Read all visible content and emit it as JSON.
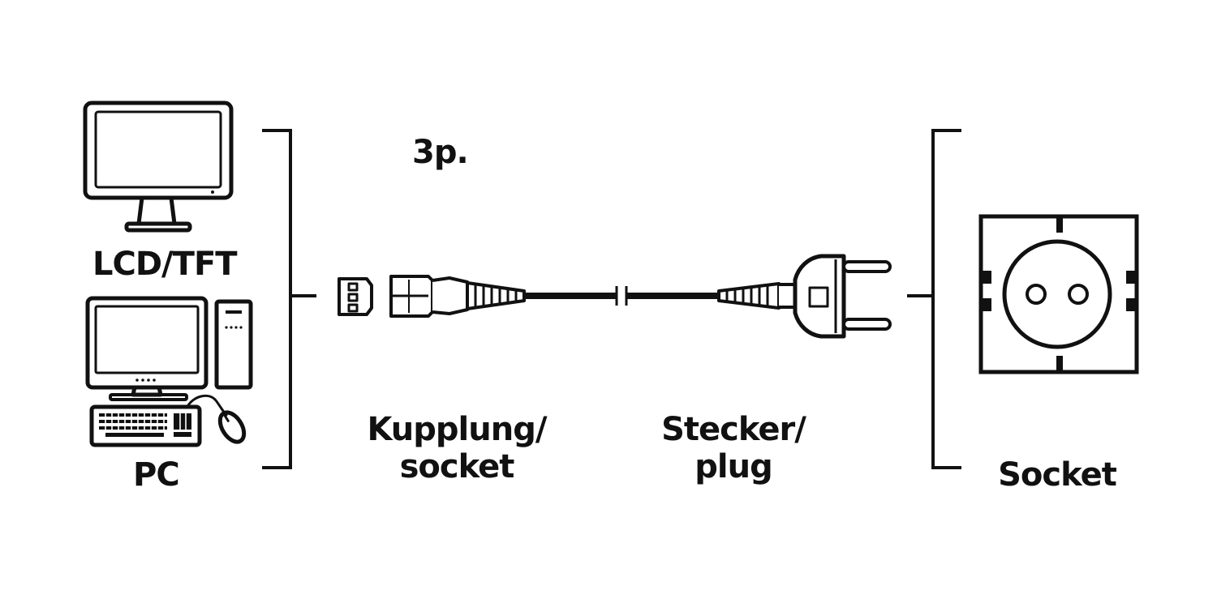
{
  "labels": {
    "monitor": "LCD/TFT",
    "pc": "PC",
    "pins": "3p.",
    "coupler_line1": "Kupplung/",
    "coupler_line2": "socket",
    "plug_line1": "Stecker/",
    "plug_line2": "plug",
    "wall_socket": "Socket"
  },
  "icons": {
    "monitor": "lcd-monitor-icon",
    "pc": "desktop-pc-icon",
    "keyboard": "keyboard-icon",
    "mouse": "mouse-icon",
    "coupler_face": "iec-c13-socket-icon",
    "coupler": "iec-coupler-connector-icon",
    "plug": "schuko-plug-icon",
    "wall_socket": "schuko-wall-socket-icon"
  },
  "colors": {
    "ink": "#111111",
    "background": "#ffffff"
  }
}
